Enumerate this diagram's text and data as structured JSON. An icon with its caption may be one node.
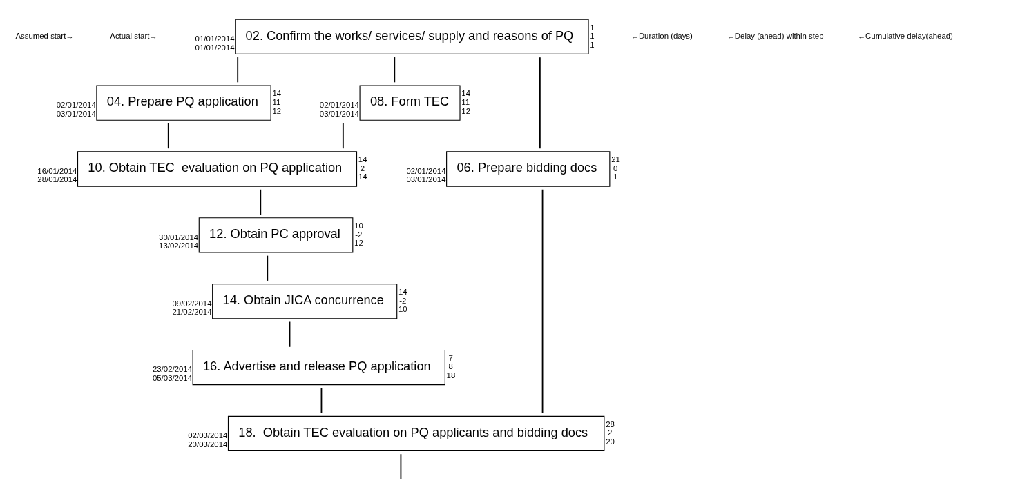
{
  "diagram": {
    "nodes": [
      {
        "text": [
          "02. Confirm the works/ services/ supply and reasons of PQ"
        ],
        "beside": [
          "01/01/2014",
          "01/01/2014",
          "1",
          "1",
          "1"
        ]
      },
      {
        "text": [
          "04. Prepare PQ application"
        ],
        "beside": [
          "02/01/2014",
          "03/01/2014",
          "14",
          "11",
          "12"
        ]
      },
      {
        "text": [
          "08. Form TEC"
        ],
        "beside": [
          "02/01/2014",
          "03/01/2014",
          "14",
          "11",
          "12"
        ]
      },
      {
        "text": [
          "06. Prepare bidding docs"
        ],
        "beside": [
          "02/01/2014",
          "03/01/2014",
          "21",
          "0",
          "1"
        ]
      },
      {
        "text": [
          "10. Obtain TEC  evaluation on PQ application"
        ],
        "beside": [
          "16/01/2014",
          "28/01/2014",
          "14",
          "2",
          "14"
        ]
      },
      {
        "text": [
          "12. Obtain PC approval"
        ],
        "beside": [
          "30/01/2014",
          "13/02/2014",
          "10",
          "-2",
          "12"
        ]
      },
      {
        "text": [
          "14. Obtain JICA concurrence"
        ],
        "beside": [
          "09/02/2014",
          "21/02/2014",
          "14",
          "-2",
          "10"
        ]
      },
      {
        "text": [
          "16. Advertise and release PQ application"
        ],
        "beside": [
          "23/02/2014",
          "05/03/2014",
          "7",
          "8",
          "18"
        ]
      },
      {
        "text": [
          "18.  Obtain TEC evaluation on PQ applicants and bidding docs"
        ],
        "beside": [
          "02/03/2014",
          "20/03/2014",
          "28",
          "2",
          "20"
        ]
      }
    ],
    "edges": [
      {
        "from": 0,
        "to": 1,
        "arrow": "none"
      },
      {
        "from": 0,
        "to": 2,
        "arrow": "none"
      },
      {
        "from": 0,
        "to": 3,
        "arrow": "none"
      },
      {
        "from": 1,
        "to": 4,
        "arrow": "none"
      },
      {
        "from": 2,
        "to": 4,
        "arrow": "none"
      },
      {
        "from": 4,
        "to": 5,
        "arrow": "none"
      },
      {
        "from": 5,
        "to": 6,
        "arrow": "none"
      },
      {
        "from": 6,
        "to": 7,
        "arrow": "none"
      },
      {
        "from": 7,
        "to": 8,
        "arrow": "none"
      },
      {
        "from": 3,
        "to": 8,
        "arrow": "none"
      },
      {
        "from": 8,
        "to": null,
        "arrow": "none"
      }
    ],
    "labels": [
      "Assumed start→",
      "Actual start→",
      "←Duration (days)",
      "←Delay (ahead) within step",
      "←Cumulative delay(ahead)"
    ]
  }
}
